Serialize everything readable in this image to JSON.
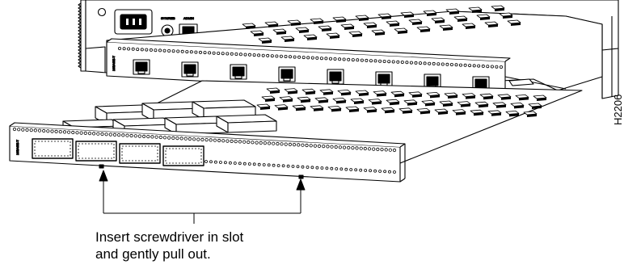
{
  "figure": {
    "caption_lines": [
      "Insert screwdriver in slot",
      "and gently pull out."
    ],
    "figure_id": "H2206",
    "chassis_port_labels": [
      "SYN/REB",
      "ADMIN"
    ],
    "back_card_label": "10BASE-T",
    "front_card_label": "10BASE-T",
    "back_card_port_count": 8,
    "front_card_port_count": 4
  }
}
